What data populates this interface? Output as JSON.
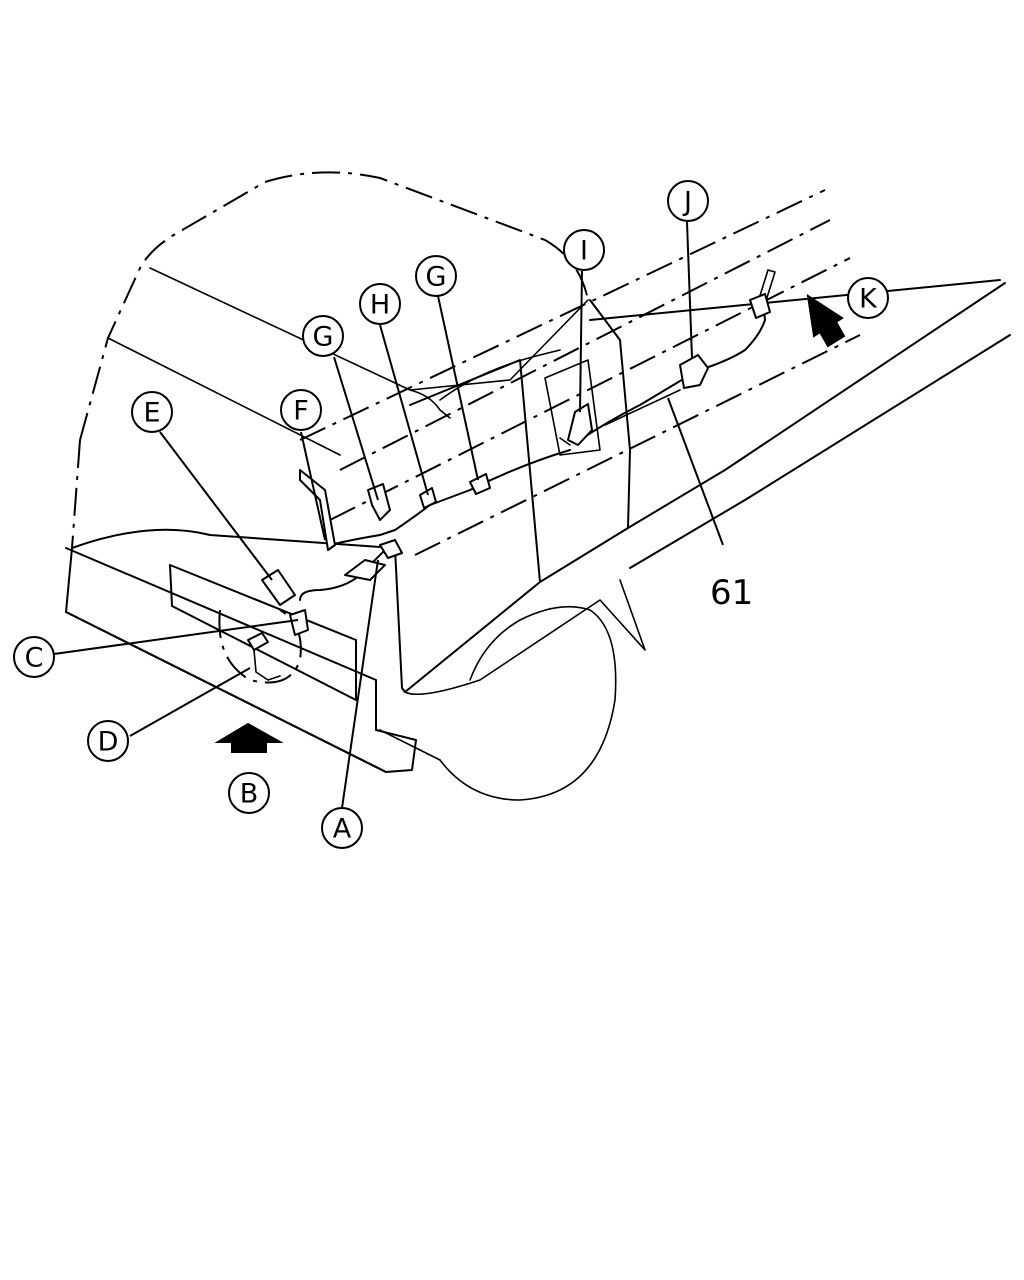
{
  "callouts": {
    "a": "A",
    "b": "B",
    "c": "C",
    "d": "D",
    "e": "E",
    "f": "F",
    "g1": "G",
    "g2": "G",
    "h": "H",
    "i": "I",
    "j": "J",
    "k": "K"
  },
  "part_number": "61"
}
